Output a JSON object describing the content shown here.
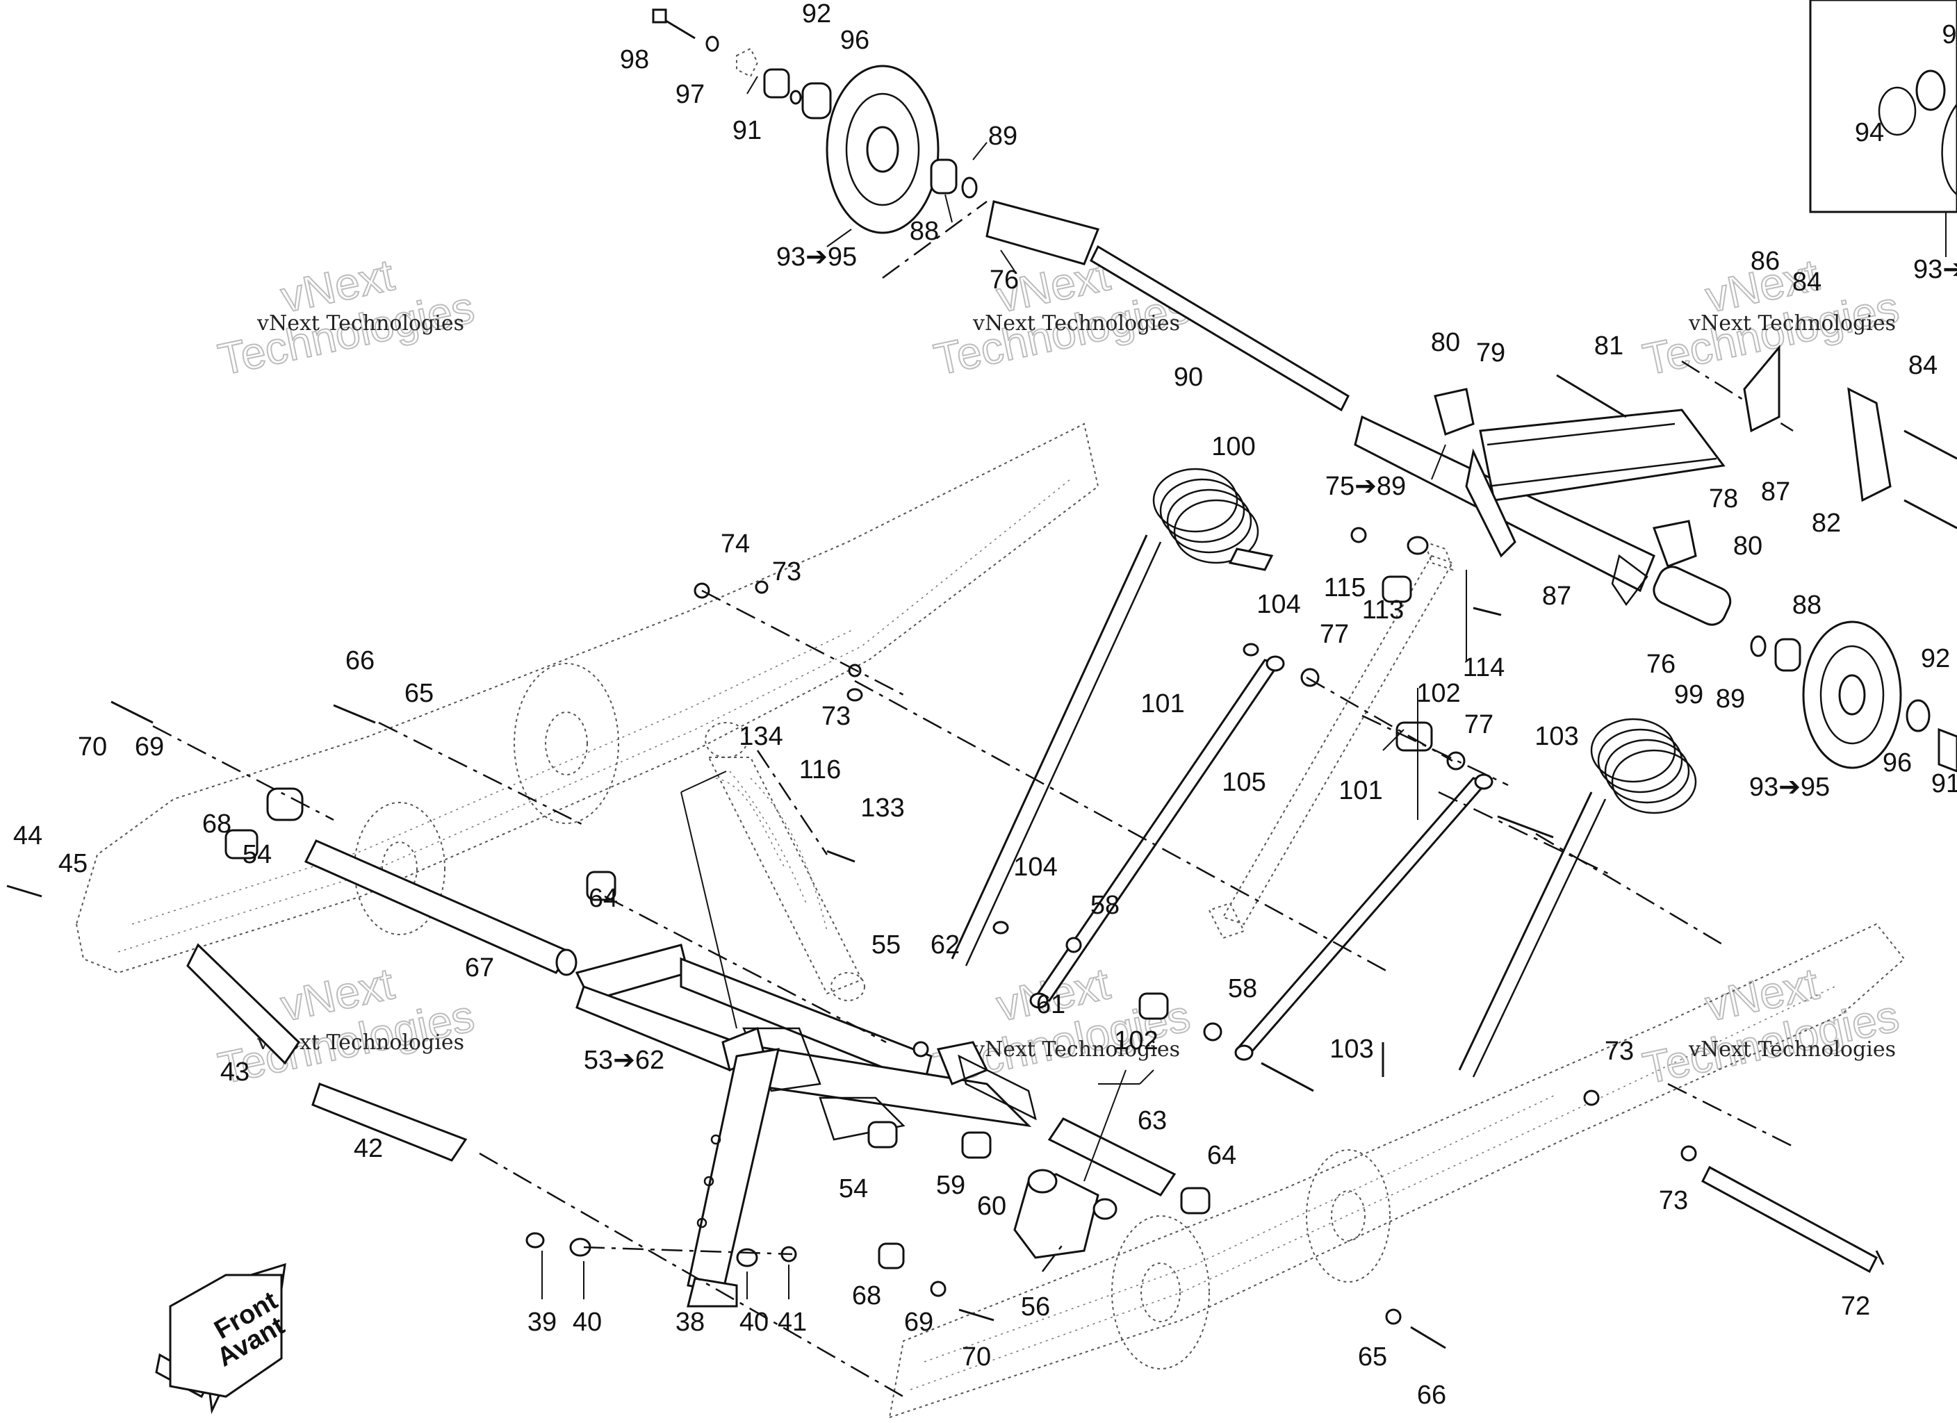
{
  "watermark": {
    "line1": "vNext Technologies",
    "big1": "vNext",
    "big2": "Technologies"
  },
  "front_badge": {
    "line1": "Front",
    "line2": "Avant"
  },
  "callouts": {
    "c98": "98",
    "c97": "97",
    "c92a": "92",
    "c96a": "96",
    "c91a": "91",
    "c89a": "89",
    "c88a": "88",
    "c9395a": "93➔95",
    "c76a": "76",
    "c90": "90",
    "c94": "94",
    "c9395c": "93➔",
    "c86": "86",
    "c84a": "84",
    "c84b": "84",
    "c80a": "80",
    "c79": "79",
    "c81": "81",
    "c7589": "75➔89",
    "c78": "78",
    "c80b": "80",
    "c87a": "87",
    "c87b": "87",
    "c82": "82",
    "c100": "100",
    "c74": "74",
    "c73a": "73",
    "c73b": "73",
    "c115": "115",
    "c113": "113",
    "c114": "114",
    "c104a": "104",
    "c77a": "77",
    "c76b": "76",
    "c88b": "88",
    "c89b": "89",
    "c92b": "92",
    "c99": "99",
    "c102a": "102",
    "c77b": "77",
    "c101a": "101",
    "c105": "105",
    "c101b": "101",
    "c103a": "103",
    "c9395b": "93➔95",
    "c96b": "96",
    "c91b": "91",
    "c66a": "66",
    "c65a": "65",
    "c70a": "70",
    "c69a": "69",
    "c68a": "68",
    "c54a": "54",
    "c134": "134",
    "c116": "116",
    "c133": "133",
    "c44": "44",
    "c45": "45",
    "c64a": "64",
    "c67": "67",
    "c104b": "104",
    "c58a": "58",
    "c55": "55",
    "c62": "62",
    "c58b": "58",
    "c61": "61",
    "c5362": "53➔62",
    "c43": "43",
    "c102b": "102",
    "c103b": "103",
    "c73c": "73",
    "c42": "42",
    "c63": "63",
    "c64b": "64",
    "c54b": "54",
    "c59": "59",
    "c60": "60",
    "c73d": "73",
    "c39": "39",
    "c40a": "40",
    "c38": "38",
    "c40b": "40",
    "c41": "41",
    "c68b": "68",
    "c69b": "69",
    "c56": "56",
    "c70b": "70",
    "c72": "72",
    "c65b": "65",
    "c66b": "66",
    "c9top": "9"
  }
}
